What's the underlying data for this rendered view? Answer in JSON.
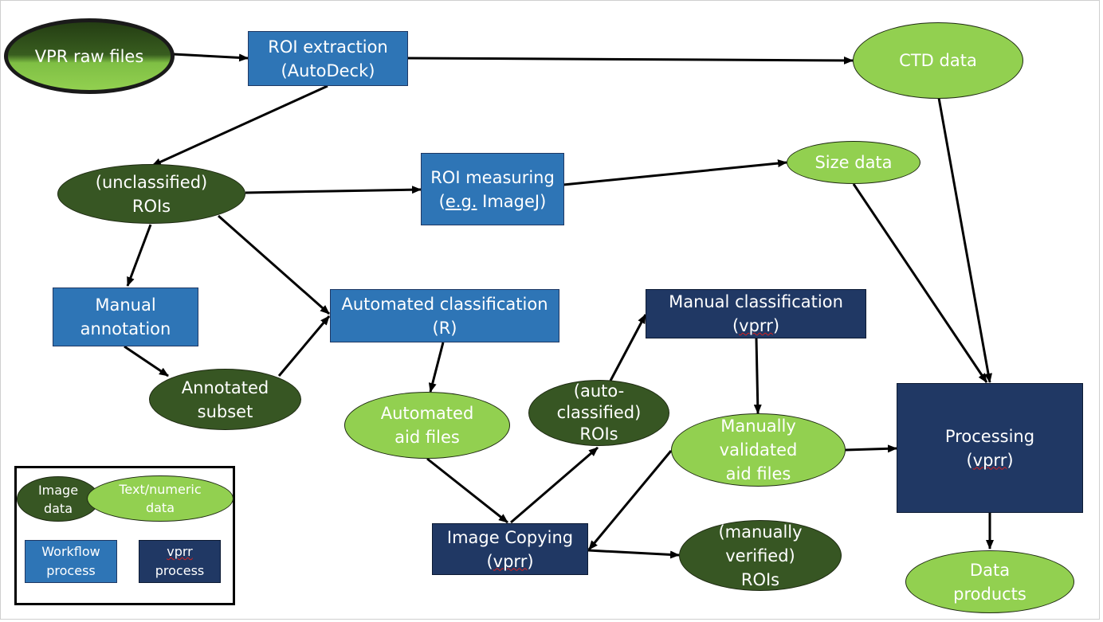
{
  "nodes": {
    "vpr_raw": "VPR raw files",
    "roi_extraction": [
      "ROI extraction",
      "(AutoDeck)"
    ],
    "ctd_data": "CTD data",
    "unclassified_rois": [
      "(unclassified)",
      "ROIs"
    ],
    "roi_measuring": [
      "ROI measuring",
      "e.g.",
      " ImageJ)"
    ],
    "size_data": "Size data",
    "manual_annotation": [
      "Manual",
      "annotation"
    ],
    "automated_classification": [
      "Automated classification",
      "(R)"
    ],
    "manual_classification": [
      "Manual classification",
      "vprr",
      ")"
    ],
    "annotated_subset": [
      "Annotated",
      "subset"
    ],
    "automated_aid_files": [
      "Automated",
      "aid files"
    ],
    "auto_classified_rois": [
      "(auto-",
      "classified)",
      "ROIs"
    ],
    "manually_validated": [
      "Manually",
      "validated",
      "aid files"
    ],
    "processing": [
      "Processing",
      "vprr",
      ")"
    ],
    "image_copying": [
      "Image Copying",
      "vprr",
      ")"
    ],
    "manually_verified_rois": [
      "(manually",
      "verified)",
      "ROIs"
    ],
    "data_products": [
      "Data",
      "products"
    ]
  },
  "legend": {
    "image_data": [
      "Image",
      "data"
    ],
    "text_numeric_data": [
      "Text/numeric",
      "data"
    ],
    "workflow_process": [
      "Workflow",
      "process"
    ],
    "vprr_process": [
      "vprr",
      "process"
    ]
  },
  "colors": {
    "workflow_process": "#2e75b6",
    "vprr_process": "#203864",
    "image_data": "#375623",
    "text_numeric_data": "#92d050"
  }
}
